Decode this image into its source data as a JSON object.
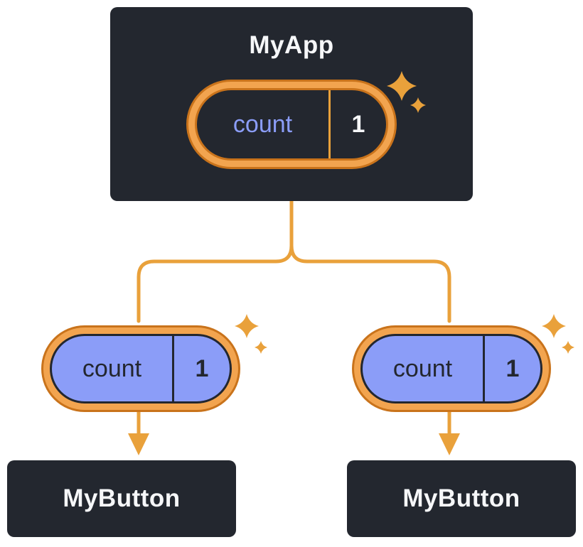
{
  "diagram": {
    "root": {
      "title": "MyApp",
      "state": {
        "key": "count",
        "value": "1"
      }
    },
    "children": [
      {
        "title": "MyButton",
        "state": {
          "key": "count",
          "value": "1"
        }
      },
      {
        "title": "MyButton",
        "state": {
          "key": "count",
          "value": "1"
        }
      }
    ],
    "colors": {
      "node_background": "#23272F",
      "node_text": "#F6F7F9",
      "state_purple": "#8B9DF8",
      "ring_orange_light": "#F2A44F",
      "ring_orange_dark": "#C9731B",
      "connector_orange": "#E9A13B"
    },
    "icons": {
      "sparkle": "sparkle-icon",
      "arrow": "arrow-down-icon"
    }
  }
}
